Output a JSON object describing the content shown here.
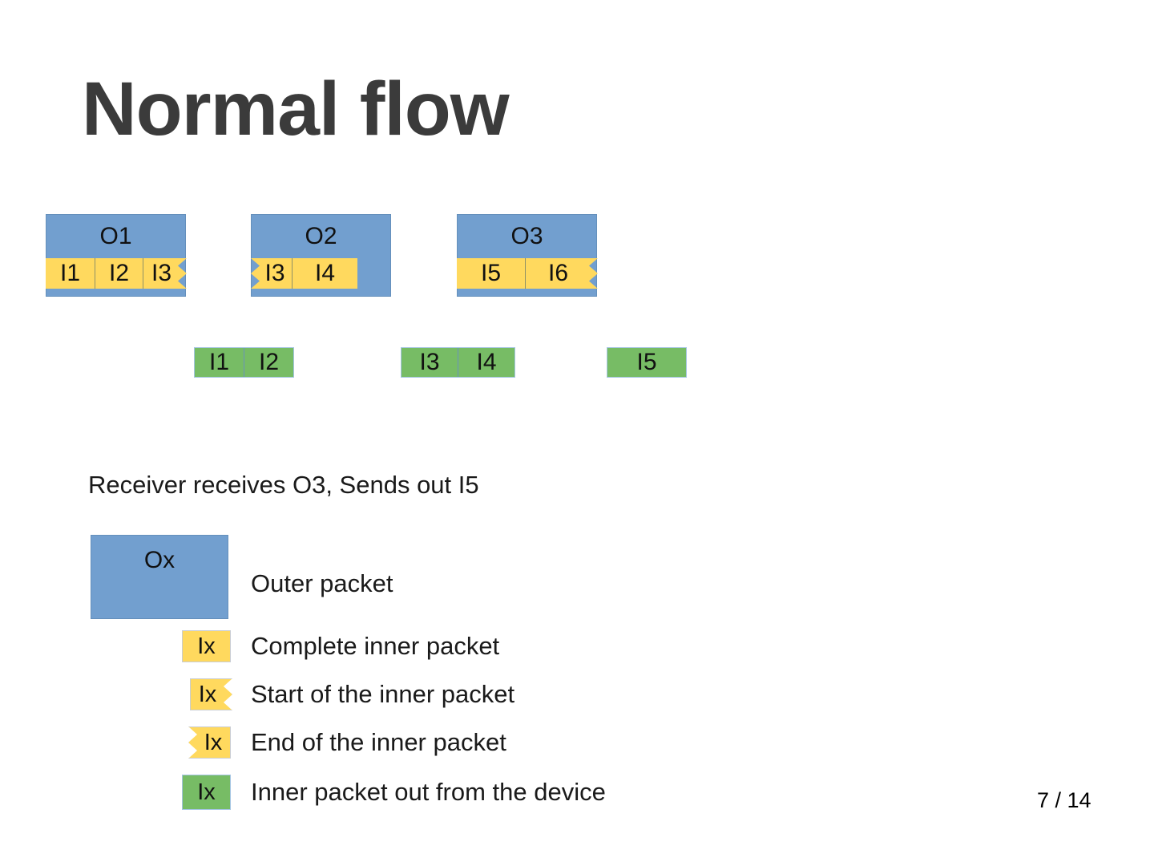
{
  "slide": {
    "title": "Normal flow",
    "caption": "Receiver receives O3, Sends out I5",
    "page_number": "7 / 14"
  },
  "colors": {
    "outer_packet_blue": "#729fcf",
    "inner_packet_yellow": "#ffd95e",
    "output_green": "#77bc65",
    "title_gray": "#3b3b3b"
  },
  "outer_packets": [
    {
      "label": "O1",
      "cells": [
        {
          "label": "I1",
          "shape": "complete"
        },
        {
          "label": "I2",
          "shape": "complete"
        },
        {
          "label": "I3",
          "shape": "start"
        }
      ]
    },
    {
      "label": "O2",
      "cells": [
        {
          "label": "I3",
          "shape": "end"
        },
        {
          "label": "I4",
          "shape": "complete"
        }
      ]
    },
    {
      "label": "O3",
      "cells": [
        {
          "label": "I5",
          "shape": "complete"
        },
        {
          "label": "I6",
          "shape": "start"
        }
      ]
    }
  ],
  "output_packets": [
    {
      "cells": [
        {
          "label": "I1"
        },
        {
          "label": "I2"
        }
      ]
    },
    {
      "cells": [
        {
          "label": "I3"
        },
        {
          "label": "I4"
        }
      ]
    },
    {
      "cells": [
        {
          "label": "I5"
        }
      ]
    }
  ],
  "legend": {
    "outer": {
      "symbol": "Ox",
      "label": "Outer packet"
    },
    "items": [
      {
        "symbol": "Ix",
        "shape": "complete",
        "label": "Complete inner packet"
      },
      {
        "symbol": "Ix",
        "shape": "start",
        "label": "Start of the inner packet"
      },
      {
        "symbol": "Ix",
        "shape": "end",
        "label": "End of the inner packet"
      },
      {
        "symbol": "Ix",
        "shape": "out",
        "label": "Inner packet out from the device"
      }
    ]
  }
}
